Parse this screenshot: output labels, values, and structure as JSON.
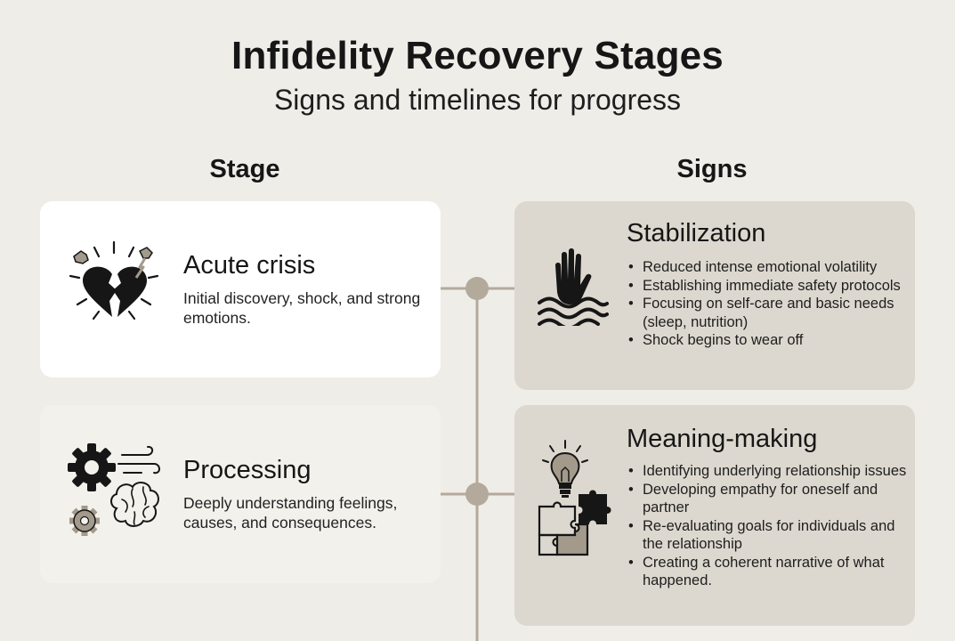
{
  "header": {
    "title": "Infidelity Recovery Stages",
    "subtitle": "Signs and timelines for progress"
  },
  "columns": {
    "stage": "Stage",
    "signs": "Signs"
  },
  "stages": [
    {
      "name": "Acute crisis",
      "description": "Initial discovery, shock, and strong emotions.",
      "icon": "broken-heart-icon"
    },
    {
      "name": "Processing",
      "description": "Deeply understanding feelings, causes, and consequences.",
      "icon": "gears-brain-icon"
    }
  ],
  "signs": [
    {
      "title": "Stabilization",
      "icon": "hand-waves-icon",
      "items": [
        "Reduced intense emotional volatility",
        "Establishing immediate safety protocols",
        "Focusing on self-care and basic needs (sleep, nutrition)",
        "Shock begins to wear off"
      ]
    },
    {
      "title": "Meaning-making",
      "icon": "lightbulb-puzzle-icon",
      "items": [
        "Identifying underlying relationship issues",
        "Developing empathy for oneself and partner",
        "Re-evaluating goals for individuals and the relationship",
        "Creating a coherent narrative of what happened."
      ]
    }
  ],
  "colors": {
    "background": "#efede8",
    "sign_card": "#ddd8cf",
    "connector": "#b3aa9c",
    "accent": "#a39a8c"
  }
}
